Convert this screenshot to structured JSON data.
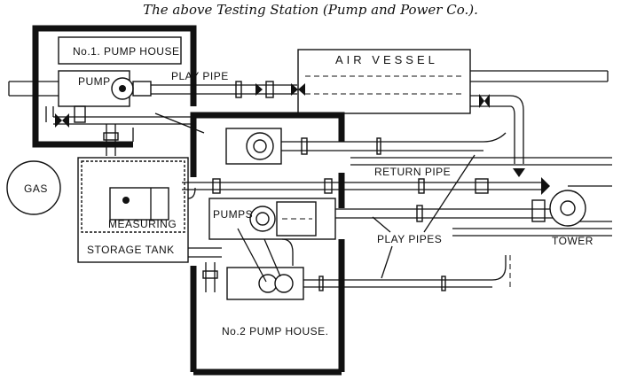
{
  "caption": "The above Testing Station (Pump and Power Co.).",
  "labels": {
    "pump_house_1": "No.1. PUMP HOUSE",
    "pump": "PUMP",
    "play_pipe": "PLAY PIPE",
    "air_vessel": "AIR VESSEL",
    "gas": "GAS",
    "return_pipe": "RETURN PIPE",
    "measuring": "MEASURING",
    "pumps": "PUMPS",
    "storage_tank": "STORAGE TANK",
    "play_pipes": "PLAY PIPES",
    "tower": "TOWER",
    "pump_house_2": "No.2 PUMP HOUSE."
  }
}
